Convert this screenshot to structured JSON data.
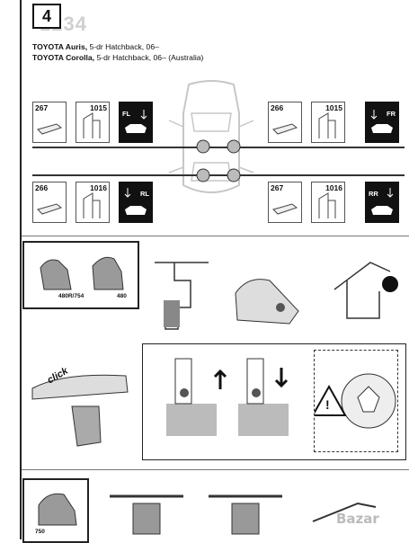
{
  "header": {
    "step_number": "4",
    "watermark": "1234"
  },
  "fitment": [
    {
      "make_model": "TOYOTA Auris,",
      "spec": " 5-dr Hatchback, 06–"
    },
    {
      "make_model": "TOYOTA Corolla,",
      "spec": " 5-dr Hatchback, 06– (Australia)"
    }
  ],
  "positions": {
    "fl": {
      "pad": "267",
      "kit": "1015",
      "label": "FL"
    },
    "fr": {
      "pad": "266",
      "kit": "1015",
      "label": "FR"
    },
    "rl": {
      "pad": "266",
      "kit": "1016",
      "label": "RL"
    },
    "rr": {
      "pad": "267",
      "kit": "1016",
      "label": "RR"
    }
  },
  "feet": {
    "left_label": "480R/754",
    "right_label": "480",
    "bottom_label": "750"
  },
  "annotations": {
    "click_text": "click",
    "warning_symbol": "!"
  },
  "corner_logo": "Bazar",
  "colors": {
    "ink": "#111111",
    "line": "#333333",
    "shade": "#9a9a9a",
    "light": "#d9d9d9"
  }
}
